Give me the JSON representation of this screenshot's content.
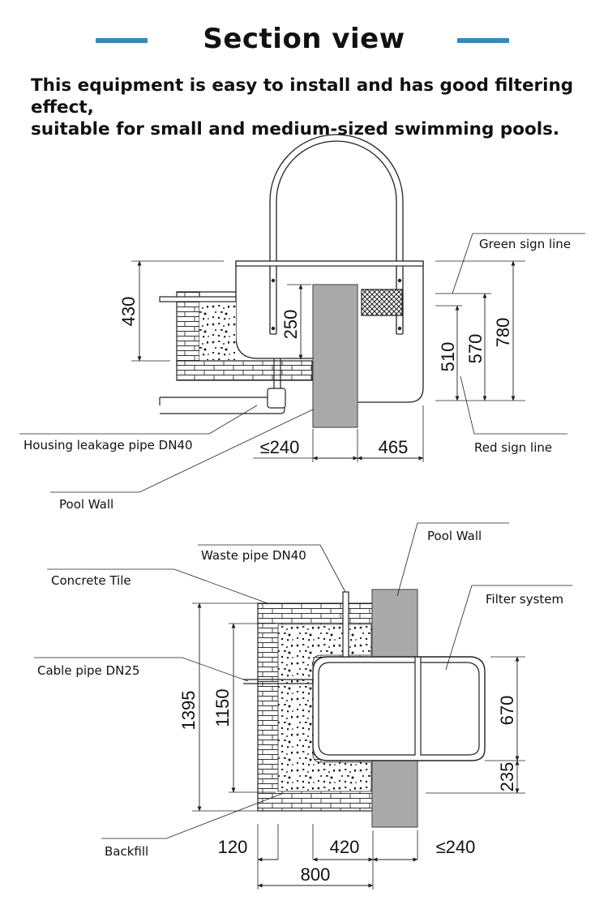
{
  "header": {
    "title": "Section view",
    "accent_color": "#2e8bc8",
    "intro_line1": "This equipment is easy to install and has good filtering effect,",
    "intro_line2": "suitable for small and medium-sized swimming pools."
  },
  "top_view": {
    "labels": {
      "green_sign_line": "Green sign line",
      "red_sign_line": "Red sign line",
      "housing_leakage_pipe": "Housing leakage pipe DN40",
      "pool_wall": "Pool Wall"
    },
    "dimensions": {
      "d430": "430",
      "d250": "250",
      "d510": "510",
      "d570": "570",
      "d780": "780",
      "d240": "≤240",
      "d465": "465"
    }
  },
  "bottom_view": {
    "labels": {
      "pool_wall": "Pool Wall",
      "waste_pipe": "Waste pipe DN40",
      "concrete_tile": "Concrete Tile",
      "filter_system": "Filter system",
      "cable_pipe": "Cable pipe DN25",
      "backfill": "Backfill"
    },
    "dimensions": {
      "d1395": "1395",
      "d1150": "1150",
      "d670": "670",
      "d235": "235",
      "d120": "120",
      "d420": "420",
      "d240": "≤240",
      "d800": "800"
    }
  }
}
